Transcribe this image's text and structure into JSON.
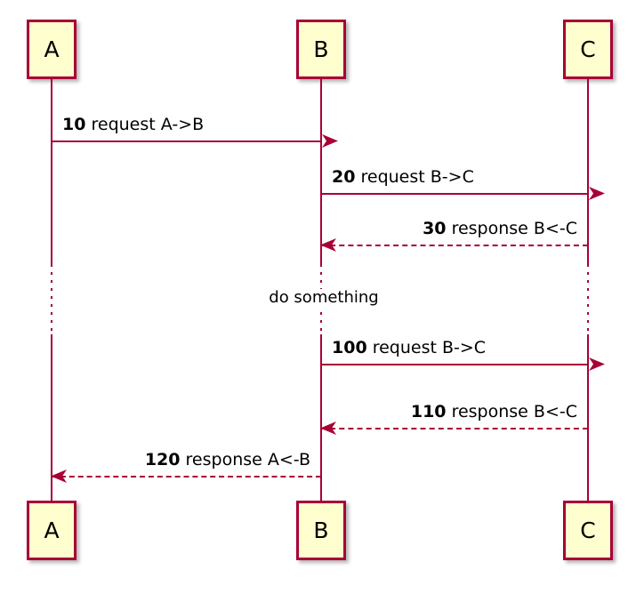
{
  "diagram": {
    "type": "sequence-diagram",
    "title": "",
    "colors": {
      "line": "#A80036",
      "participant_fill": "#FEFECE",
      "participant_border": "#A80036",
      "text": "#000000",
      "background": "#FFFFFF"
    },
    "participants": [
      {
        "id": "A",
        "label": "A"
      },
      {
        "id": "B",
        "label": "B"
      },
      {
        "id": "C",
        "label": "C"
      }
    ],
    "messages": [
      {
        "num": "10",
        "text": "request A->B",
        "from": "A",
        "to": "B",
        "style": "solid",
        "direction": "right"
      },
      {
        "num": "20",
        "text": "request B->C",
        "from": "B",
        "to": "C",
        "style": "solid",
        "direction": "right"
      },
      {
        "num": "30",
        "text": "response B<-C",
        "from": "C",
        "to": "B",
        "style": "dashed",
        "direction": "left"
      },
      {
        "num": "100",
        "text": "request B->C",
        "from": "B",
        "to": "C",
        "style": "solid",
        "direction": "right"
      },
      {
        "num": "110",
        "text": "response B<-C",
        "from": "C",
        "to": "B",
        "style": "dashed",
        "direction": "left"
      },
      {
        "num": "120",
        "text": "response A<-B",
        "from": "B",
        "to": "A",
        "style": "dashed",
        "direction": "left"
      }
    ],
    "delay": {
      "label": "do something"
    }
  }
}
